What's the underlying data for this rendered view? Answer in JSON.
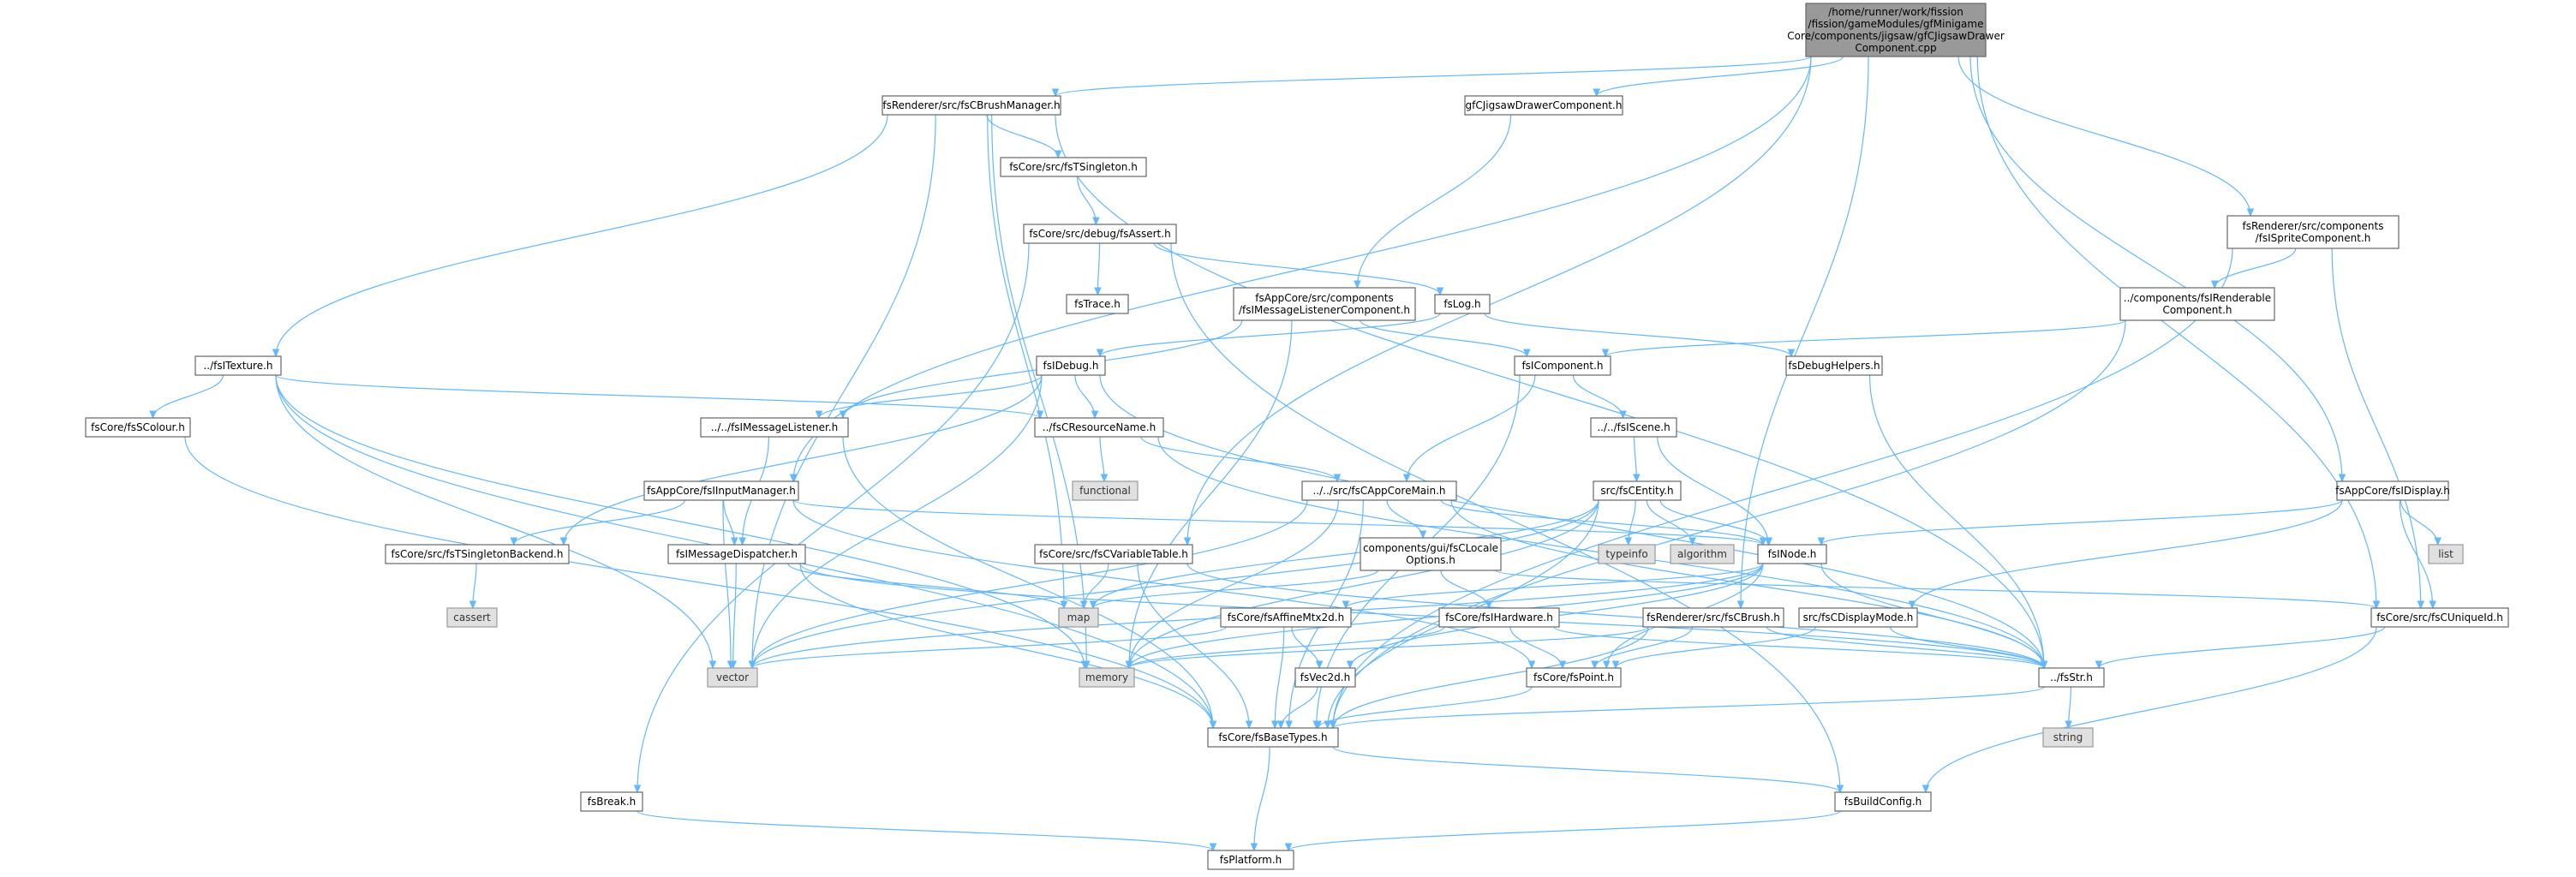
{
  "diagram": {
    "root": {
      "lines": [
        "/home/runner/work/fission",
        "/fission/gameModules/gfMinigame",
        "Core/components/jigsaw/gfCJigsawDrawer",
        "Component.cpp"
      ]
    },
    "nodes": {
      "brushmgr": {
        "lines": [
          "fsRenderer/src/fsCBrushManager.h"
        ]
      },
      "jigsawdrawer": {
        "lines": [
          "gfCJigsawDrawerComponent.h"
        ]
      },
      "spritecomp": {
        "lines": [
          "fsRenderer/src/components",
          "/fsISpriteComponent.h"
        ]
      },
      "tsingleton": {
        "lines": [
          "fsCore/src/fsTSingleton.h"
        ]
      },
      "fsassert": {
        "lines": [
          "fsCore/src/debug/fsAssert.h"
        ]
      },
      "fstrace": {
        "lines": [
          "fsTrace.h"
        ]
      },
      "fslog": {
        "lines": [
          "fsLog.h"
        ]
      },
      "msglistenercomp": {
        "lines": [
          "fsAppCore/src/components",
          "/fsIMessageListenerComponent.h"
        ]
      },
      "renderablecomp": {
        "lines": [
          "../components/fsIRenderable",
          "Component.h"
        ]
      },
      "fsitexture": {
        "lines": [
          "../fsITexture.h"
        ]
      },
      "fsidebug": {
        "lines": [
          "fsIDebug.h"
        ]
      },
      "fsicomponent": {
        "lines": [
          "fsIComponent.h"
        ]
      },
      "debughelpers": {
        "lines": [
          "fsDebugHelpers.h"
        ]
      },
      "fsscolour": {
        "lines": [
          "fsCore/fsSColour.h"
        ]
      },
      "msglistener": {
        "lines": [
          "../../fsIMessageListener.h"
        ]
      },
      "resname": {
        "lines": [
          "../fsCResourceName.h"
        ]
      },
      "fsiscene": {
        "lines": [
          "../../fsIScene.h"
        ]
      },
      "functional": {
        "lines": [
          "functional"
        ]
      },
      "inputmgr": {
        "lines": [
          "fsAppCore/fsIInputManager.h"
        ]
      },
      "appcoremain": {
        "lines": [
          "../../src/fsCAppCoreMain.h"
        ]
      },
      "centity": {
        "lines": [
          "src/fsCEntity.h"
        ]
      },
      "fsidisplay": {
        "lines": [
          "fsAppCore/fsIDisplay.h"
        ]
      },
      "list": {
        "lines": [
          "list"
        ]
      },
      "tsingletonbackend": {
        "lines": [
          "fsCore/src/fsTSingletonBackend.h"
        ]
      },
      "msgdispatcher": {
        "lines": [
          "fsIMessageDispatcher.h"
        ]
      },
      "variabletable": {
        "lines": [
          "fsCore/src/fsCVariableTable.h"
        ]
      },
      "localeoptions": {
        "lines": [
          "components/gui/fsCLocale",
          "Options.h"
        ]
      },
      "typeinfo": {
        "lines": [
          "typeinfo"
        ]
      },
      "algorithm": {
        "lines": [
          "algorithm"
        ]
      },
      "fsinode": {
        "lines": [
          "fsINode.h"
        ]
      },
      "cassert": {
        "lines": [
          "cassert"
        ]
      },
      "map": {
        "lines": [
          "map"
        ]
      },
      "affinemtx": {
        "lines": [
          "fsCore/fsAffineMtx2d.h"
        ]
      },
      "ihardware": {
        "lines": [
          "fsCore/fsIHardware.h"
        ]
      },
      "cbrush": {
        "lines": [
          "fsRenderer/src/fsCBrush.h"
        ]
      },
      "displaymode": {
        "lines": [
          "src/fsCDisplayMode.h"
        ]
      },
      "uniqueid": {
        "lines": [
          "fsCore/src/fsCUniqueId.h"
        ]
      },
      "vector": {
        "lines": [
          "vector"
        ]
      },
      "memory": {
        "lines": [
          "memory"
        ]
      },
      "fsvec2d": {
        "lines": [
          "fsVec2d.h"
        ]
      },
      "fspoint": {
        "lines": [
          "fsCore/fsPoint.h"
        ]
      },
      "fsstr": {
        "lines": [
          "../fsStr.h"
        ]
      },
      "string": {
        "lines": [
          "string"
        ]
      },
      "basetypes": {
        "lines": [
          "fsCore/fsBaseTypes.h"
        ]
      },
      "fsbreak": {
        "lines": [
          "fsBreak.h"
        ]
      },
      "buildconfig": {
        "lines": [
          "fsBuildConfig.h"
        ]
      },
      "platform": {
        "lines": [
          "fsPlatform.h"
        ]
      }
    }
  }
}
